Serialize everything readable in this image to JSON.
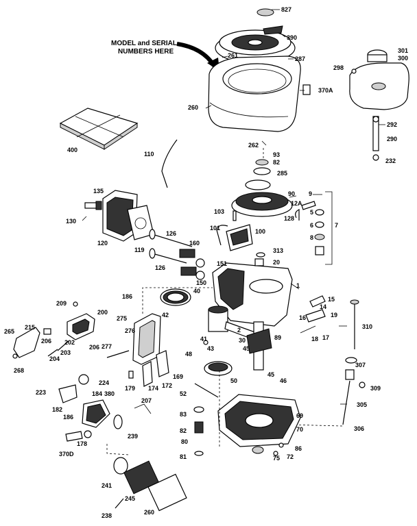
{
  "note": {
    "line1": "MODEL and SERIAL",
    "line2": "NUMBERS HERE"
  },
  "callouts": [
    {
      "id": "c827",
      "text": "827"
    },
    {
      "id": "c390",
      "text": "390"
    },
    {
      "id": "c261",
      "text": "261"
    },
    {
      "id": "c287",
      "text": "287"
    },
    {
      "id": "c301",
      "text": "301"
    },
    {
      "id": "c300",
      "text": "300"
    },
    {
      "id": "c298",
      "text": "298"
    },
    {
      "id": "c370A",
      "text": "370A"
    },
    {
      "id": "c260",
      "text": "260"
    },
    {
      "id": "c292",
      "text": "292"
    },
    {
      "id": "c290",
      "text": "290"
    },
    {
      "id": "c232",
      "text": "232"
    },
    {
      "id": "c262",
      "text": "262"
    },
    {
      "id": "c400",
      "text": "400"
    },
    {
      "id": "c110",
      "text": "110"
    },
    {
      "id": "c93",
      "text": "93"
    },
    {
      "id": "c82a",
      "text": "82"
    },
    {
      "id": "c285",
      "text": "285"
    },
    {
      "id": "c135",
      "text": "135"
    },
    {
      "id": "c90",
      "text": "90"
    },
    {
      "id": "c9",
      "text": "9"
    },
    {
      "id": "c12A",
      "text": "12A"
    },
    {
      "id": "c130",
      "text": "130"
    },
    {
      "id": "c103",
      "text": "103"
    },
    {
      "id": "c128",
      "text": "128"
    },
    {
      "id": "c5",
      "text": "5"
    },
    {
      "id": "c6",
      "text": "6"
    },
    {
      "id": "c7",
      "text": "7"
    },
    {
      "id": "c8",
      "text": "8"
    },
    {
      "id": "c101",
      "text": "101"
    },
    {
      "id": "c126a",
      "text": "126"
    },
    {
      "id": "c120",
      "text": "120"
    },
    {
      "id": "c119",
      "text": "119"
    },
    {
      "id": "c100",
      "text": "100"
    },
    {
      "id": "c160",
      "text": "160"
    },
    {
      "id": "c313",
      "text": "313"
    },
    {
      "id": "c126b",
      "text": "126"
    },
    {
      "id": "c151",
      "text": "151"
    },
    {
      "id": "c20",
      "text": "20"
    },
    {
      "id": "c150",
      "text": "150"
    },
    {
      "id": "c40",
      "text": "40"
    },
    {
      "id": "c1",
      "text": "1"
    },
    {
      "id": "c186",
      "text": "186"
    },
    {
      "id": "c209",
      "text": "209"
    },
    {
      "id": "c15",
      "text": "15"
    },
    {
      "id": "c14",
      "text": "14"
    },
    {
      "id": "c200",
      "text": "200"
    },
    {
      "id": "c42",
      "text": "42"
    },
    {
      "id": "c275",
      "text": "275"
    },
    {
      "id": "c19",
      "text": "19"
    },
    {
      "id": "c16",
      "text": "16"
    },
    {
      "id": "c310",
      "text": "310"
    },
    {
      "id": "c215",
      "text": "215"
    },
    {
      "id": "c265",
      "text": "265"
    },
    {
      "id": "c206a",
      "text": "206"
    },
    {
      "id": "c202",
      "text": "202"
    },
    {
      "id": "c276",
      "text": "276"
    },
    {
      "id": "c41",
      "text": "41"
    },
    {
      "id": "c2",
      "text": "2"
    },
    {
      "id": "c30",
      "text": "30"
    },
    {
      "id": "c89",
      "text": "89"
    },
    {
      "id": "c18",
      "text": "18"
    },
    {
      "id": "c17",
      "text": "17"
    },
    {
      "id": "c203",
      "text": "203"
    },
    {
      "id": "c206b",
      "text": "206"
    },
    {
      "id": "c277",
      "text": "277"
    },
    {
      "id": "c43",
      "text": "43"
    },
    {
      "id": "c45a",
      "text": "45"
    },
    {
      "id": "c204",
      "text": "204"
    },
    {
      "id": "c48",
      "text": "48"
    },
    {
      "id": "c268",
      "text": "268"
    },
    {
      "id": "c307",
      "text": "307"
    },
    {
      "id": "c45b",
      "text": "45"
    },
    {
      "id": "c46",
      "text": "46"
    },
    {
      "id": "c224",
      "text": "224"
    },
    {
      "id": "c169",
      "text": "169"
    },
    {
      "id": "c50",
      "text": "50"
    },
    {
      "id": "c309",
      "text": "309"
    },
    {
      "id": "c179",
      "text": "179"
    },
    {
      "id": "c174",
      "text": "174"
    },
    {
      "id": "c172",
      "text": "172"
    },
    {
      "id": "c223",
      "text": "223"
    },
    {
      "id": "c184",
      "text": "184"
    },
    {
      "id": "c380",
      "text": "380"
    },
    {
      "id": "c52",
      "text": "52"
    },
    {
      "id": "c207",
      "text": "207"
    },
    {
      "id": "c182",
      "text": "182"
    },
    {
      "id": "c186b",
      "text": "186"
    },
    {
      "id": "c305",
      "text": "305"
    },
    {
      "id": "c83",
      "text": "83"
    },
    {
      "id": "c69",
      "text": "69"
    },
    {
      "id": "c82b",
      "text": "82"
    },
    {
      "id": "c70",
      "text": "70"
    },
    {
      "id": "c306",
      "text": "306"
    },
    {
      "id": "c239",
      "text": "239"
    },
    {
      "id": "c178",
      "text": "178"
    },
    {
      "id": "c80",
      "text": "80"
    },
    {
      "id": "c86",
      "text": "86"
    },
    {
      "id": "c370D",
      "text": "370D"
    },
    {
      "id": "c72",
      "text": "72"
    },
    {
      "id": "c81",
      "text": "81"
    },
    {
      "id": "c75",
      "text": "75"
    },
    {
      "id": "c241",
      "text": "241"
    },
    {
      "id": "c245",
      "text": "245"
    },
    {
      "id": "c260b",
      "text": "260"
    },
    {
      "id": "c238",
      "text": "238"
    }
  ]
}
